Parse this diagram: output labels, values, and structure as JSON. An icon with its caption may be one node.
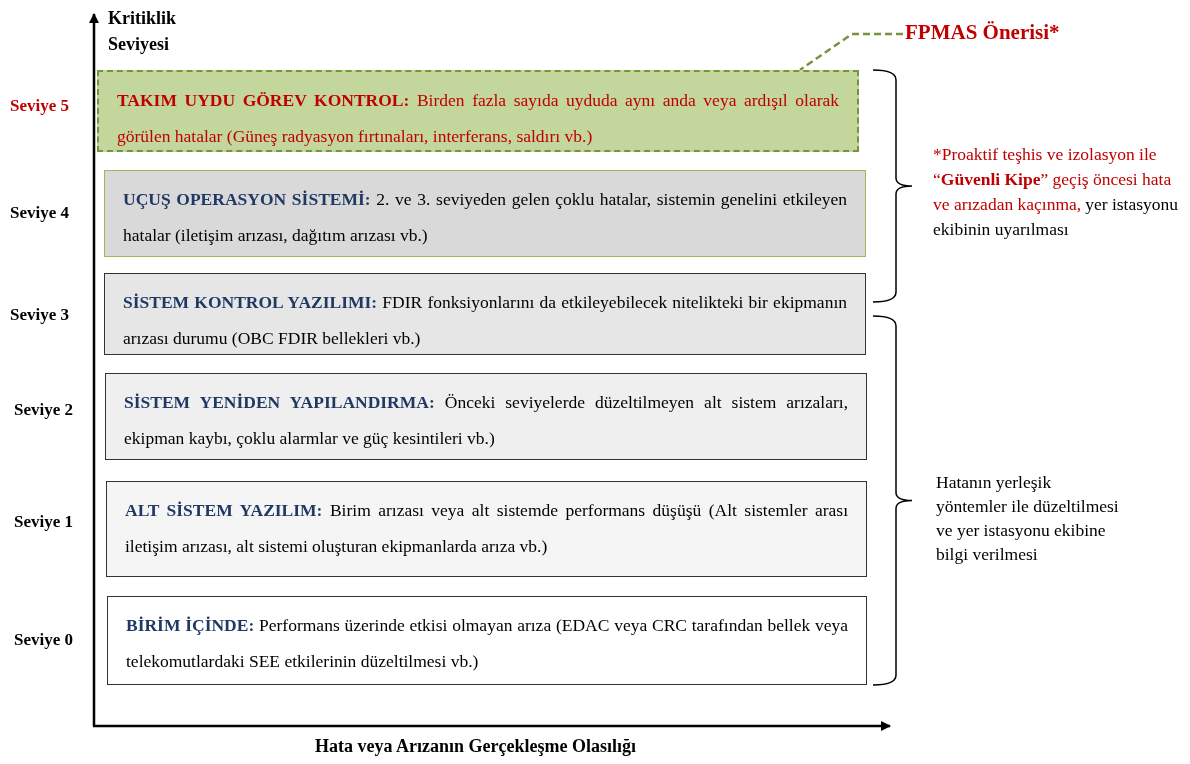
{
  "diagram": {
    "nodes": [
      {
        "text": [
          "FPMAS Önerisi*"
        ]
      },
      {
        "text": [
          "TAKIM UYDU GÖREV KONTROL:",
          "Birden fazla sayıda uyduda aynı anda veya ardışıl olarak görülen hatalar (Güneş radyasyon fırtınaları, interferans, saldırı vb.)"
        ]
      },
      {
        "text": [
          "UÇUŞ OPERASYON SİSTEMİ:",
          "2. ve 3. seviyeden gelen çoklu hatalar, sistemin genelini etkileyen hatalar (iletişim arızası, dağıtım arızası vb.)"
        ]
      },
      {
        "text": [
          "SİSTEM KONTROL YAZILIMI:",
          "FDIR fonksiyonlarını da etkileyebilecek nitelikteki bir ekipmanın arızası durumu (OBC FDIR bellekleri vb.)"
        ]
      },
      {
        "text": [
          "SİSTEM YENİDEN YAPILANDIRMA:",
          "Önceki seviyelerde düzeltilmeyen alt sistem arızaları, ekipman kaybı, çoklu alarmlar ve güç kesintileri vb.)"
        ]
      },
      {
        "text": [
          "ALT SİSTEM YAZILIM:",
          "Birim arızası veya alt sistemde performans düşüşü (Alt sistemler arası iletişim arızası, alt sistemi oluşturan ekipmanlarda arıza vb.)"
        ]
      },
      {
        "text": [
          "BİRİM İÇİNDE:",
          "Performans üzerinde etkisi olmayan arıza (EDAC veya CRC tarafından bellek veya telekomutlardaki SEE etkilerinin düzeltilmesi vb.)"
        ]
      }
    ],
    "edges": [
      {
        "from": 0,
        "to": 1,
        "arrow": "none",
        "style": "dashed",
        "color": "#77933c"
      }
    ],
    "labels": [
      "Kritiklik Seviyesi",
      "Seviye 5",
      "Seviye 4",
      "*Proaktif teşhis ve izolasyon ile “**Güvenli Kipe**” geçiş öncesi hata ve arızadan kaçınma,",
      "yer istasyonu ekibinin uyarılması",
      "Seviye 3",
      "Seviye 2",
      "Hatanın yerleşik yöntemler ile düzeltilmesi ve yer istasyonu ekibine bilgi verilmesi",
      "Seviye 1",
      "Seviye 0",
      "Hata veya Arızanın Gerçekleşme Olasılığı"
    ]
  }
}
